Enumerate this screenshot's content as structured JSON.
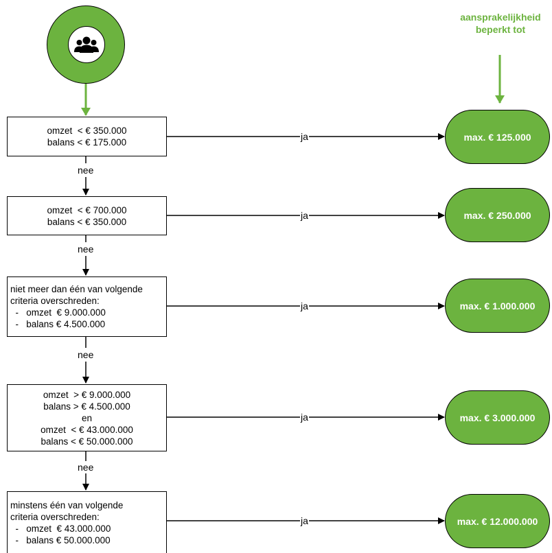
{
  "header": {
    "line1": "aansprakelijkheid",
    "line2": "beperkt tot"
  },
  "start_icon": "group-of-people-icon",
  "colors": {
    "accent": "#6cb33f",
    "stroke": "#000000"
  },
  "steps": [
    {
      "lines": [
        "omzet  < € 350.000",
        "balans < € 175.000"
      ],
      "yes": "ja",
      "result": "max. € 125.000",
      "no": "nee"
    },
    {
      "lines": [
        "omzet  < € 700.000",
        "balans < € 350.000"
      ],
      "yes": "ja",
      "result": "max. € 250.000",
      "no": "nee"
    },
    {
      "lines": [
        "niet meer dan één van volgende",
        "criteria overschreden:",
        "  -   omzet  € 9.000.000",
        "  -   balans € 4.500.000"
      ],
      "yes": "ja",
      "result": "max. € 1.000.000",
      "no": "nee"
    },
    {
      "lines": [
        "omzet  > € 9.000.000",
        "balans > € 4.500.000",
        "en",
        "omzet  < € 43.000.000",
        "balans < € 50.000.000"
      ],
      "yes": "ja",
      "result": "max. € 3.000.000",
      "no": "nee"
    },
    {
      "lines": [
        "minstens één van volgende",
        "criteria overschreden:",
        "  -   omzet  € 43.000.000",
        "  -   balans € 50.000.000"
      ],
      "yes": "ja",
      "result": "max. € 12.000.000"
    }
  ]
}
